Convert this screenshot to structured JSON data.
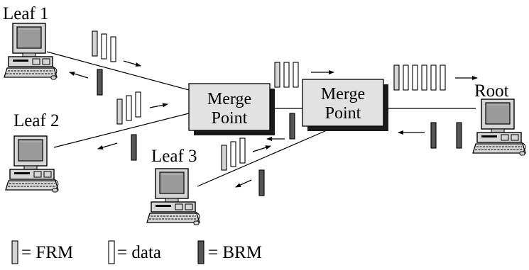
{
  "nodes": {
    "leaf1": "Leaf 1",
    "leaf2": "Leaf 2",
    "leaf3": "Leaf 3",
    "root": "Root"
  },
  "merge_points": [
    {
      "line1": "Merge",
      "line2": "Point"
    },
    {
      "line1": "Merge",
      "line2": "Point"
    }
  ],
  "legend": {
    "frm": "= FRM",
    "data": "= data",
    "brm": "= BRM"
  },
  "colors": {
    "frm_fill": "#d4d4d4",
    "data_fill": "#ffffff",
    "brm_fill": "#555555",
    "merge_fill": "#e2e2e2",
    "shadow": "#1a1a1a",
    "computer_body": "#d6d6d6",
    "screen": "#9a9a9a"
  },
  "icons": [
    "computer-icon",
    "frm-cell-icon",
    "data-cell-icon",
    "brm-cell-icon",
    "arrow-icon"
  ]
}
